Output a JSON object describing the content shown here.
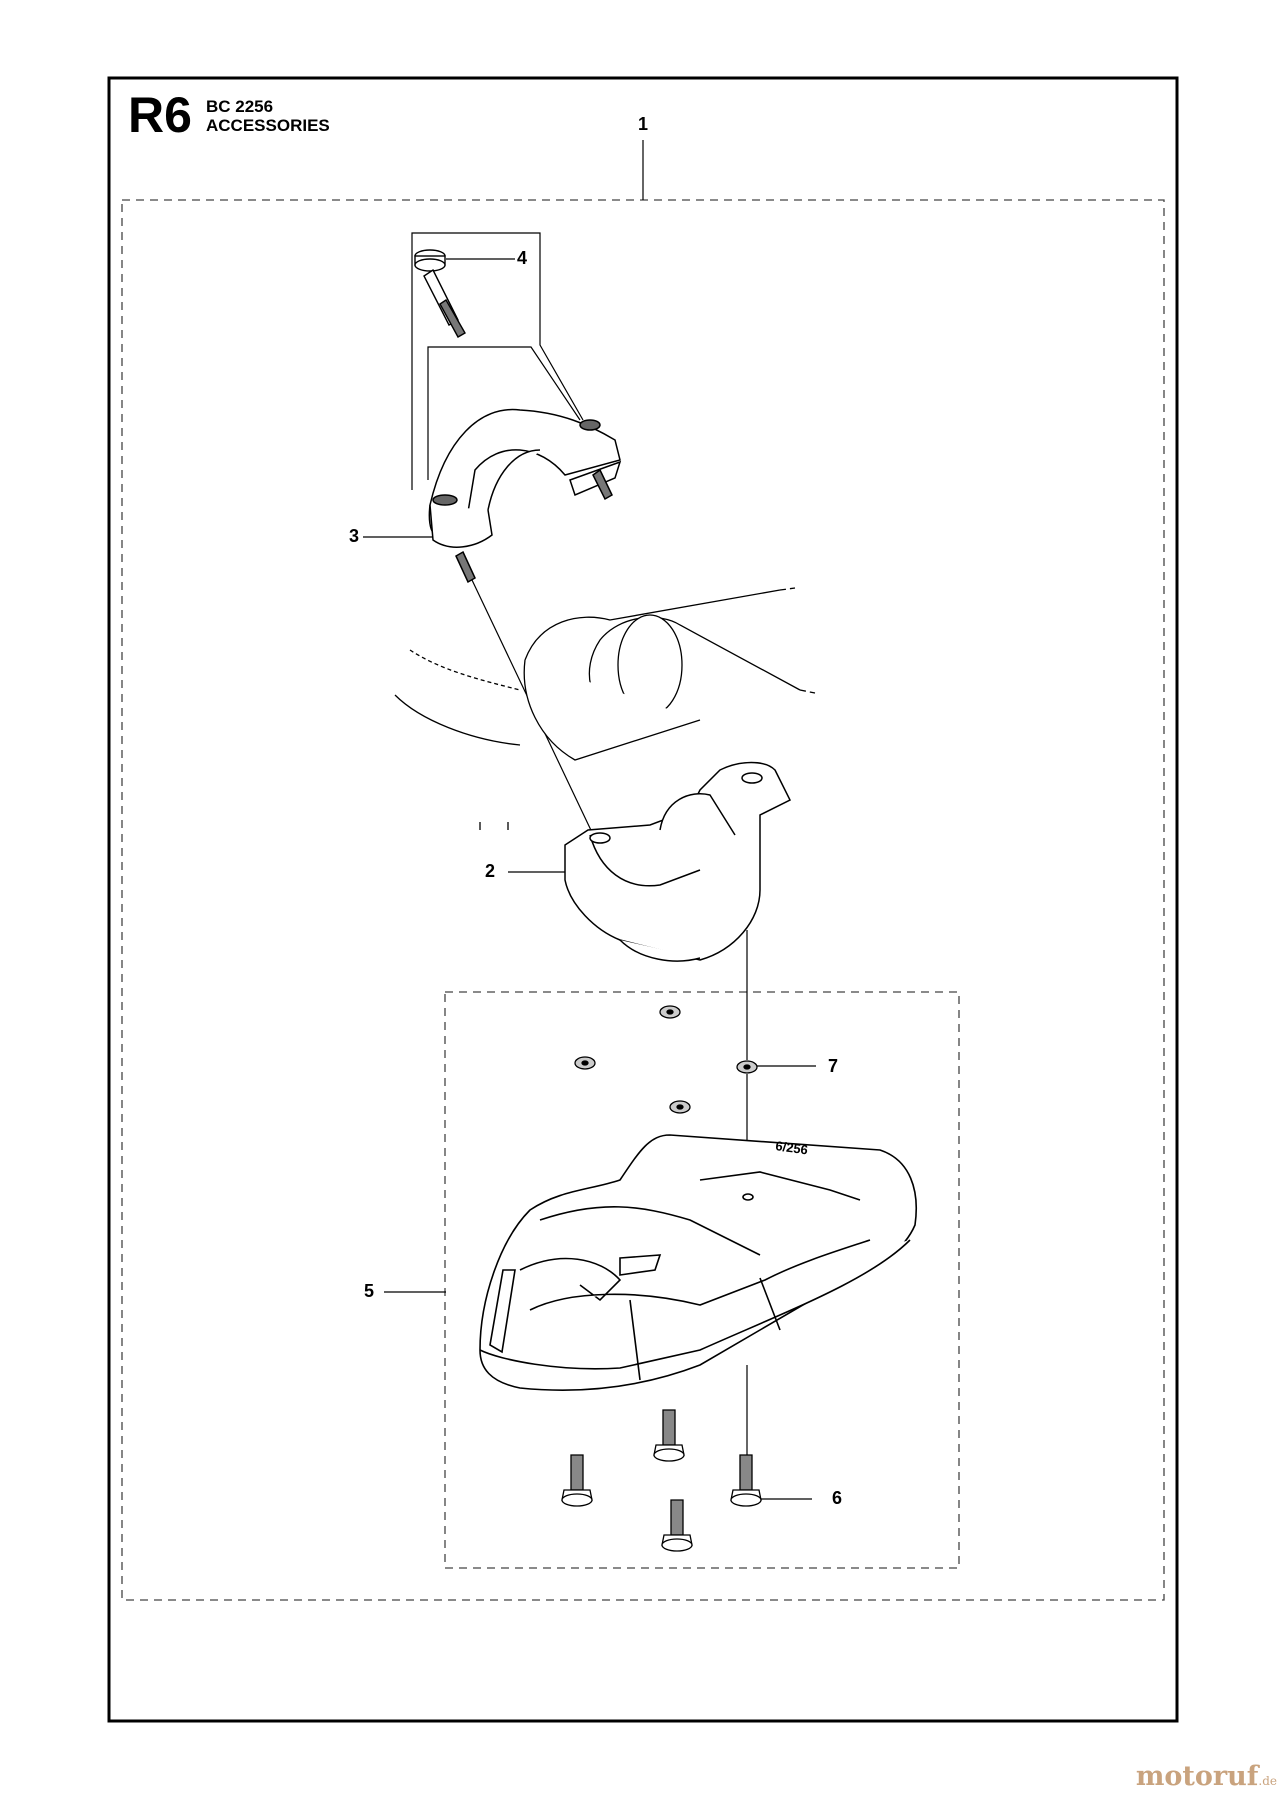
{
  "header": {
    "page_code": "R6",
    "model": "BC 2256",
    "section": "ACCESSORIES"
  },
  "callouts": [
    {
      "id": "1",
      "label": "1"
    },
    {
      "id": "2",
      "label": "2"
    },
    {
      "id": "3",
      "label": "3"
    },
    {
      "id": "4",
      "label": "4"
    },
    {
      "id": "5",
      "label": "5"
    },
    {
      "id": "6",
      "label": "6"
    },
    {
      "id": "7",
      "label": "7"
    }
  ],
  "guard_mark": "6/256",
  "watermark": {
    "brand": "motoruf",
    "tld": ".de"
  },
  "colors": {
    "line": "#000000",
    "watermark": "#c9a37e"
  }
}
